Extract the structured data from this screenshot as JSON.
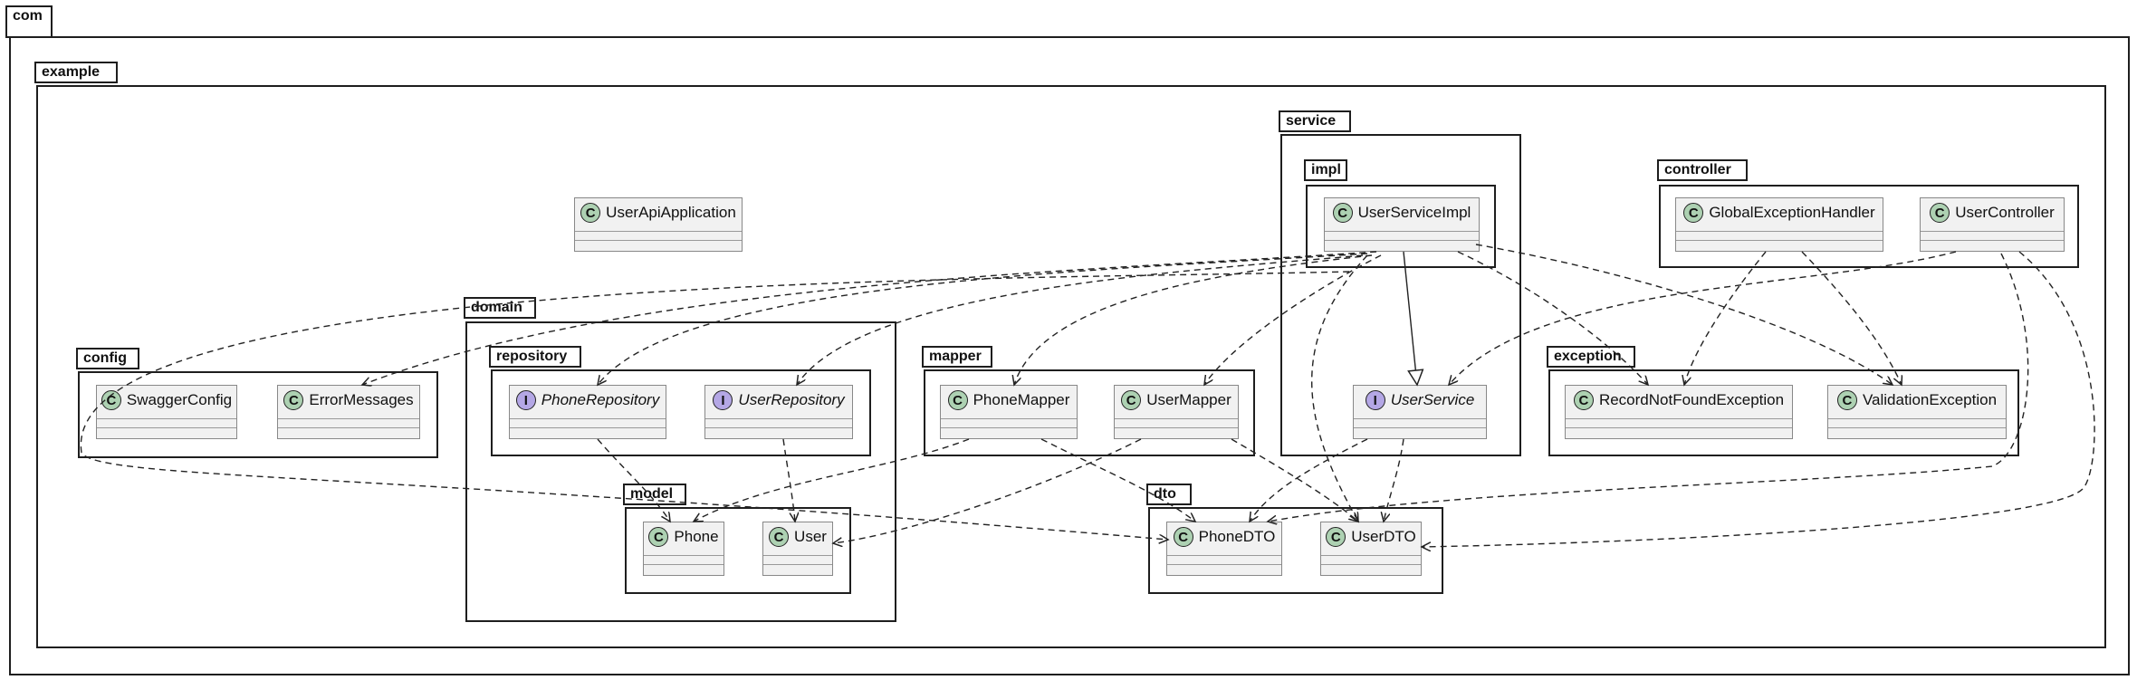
{
  "packages": {
    "com": "com",
    "example": "example",
    "config": "config",
    "domain": "domain",
    "repository": "repository",
    "model": "model",
    "mapper": "mapper",
    "service": "service",
    "impl": "impl",
    "controller": "controller",
    "exception": "exception",
    "dto": "dto"
  },
  "classes": {
    "UserApiApplication": {
      "stereotype": "C",
      "name": "UserApiApplication"
    },
    "SwaggerConfig": {
      "stereotype": "C",
      "name": "SwaggerConfig"
    },
    "ErrorMessages": {
      "stereotype": "C",
      "name": "ErrorMessages"
    },
    "PhoneRepository": {
      "stereotype": "I",
      "name": "PhoneRepository"
    },
    "UserRepository": {
      "stereotype": "I",
      "name": "UserRepository"
    },
    "Phone": {
      "stereotype": "C",
      "name": "Phone"
    },
    "User": {
      "stereotype": "C",
      "name": "User"
    },
    "PhoneMapper": {
      "stereotype": "C",
      "name": "PhoneMapper"
    },
    "UserMapper": {
      "stereotype": "C",
      "name": "UserMapper"
    },
    "UserServiceImpl": {
      "stereotype": "C",
      "name": "UserServiceImpl"
    },
    "UserService": {
      "stereotype": "I",
      "name": "UserService"
    },
    "GlobalExceptionHandler": {
      "stereotype": "C",
      "name": "GlobalExceptionHandler"
    },
    "UserController": {
      "stereotype": "C",
      "name": "UserController"
    },
    "RecordNotFoundException": {
      "stereotype": "C",
      "name": "RecordNotFoundException"
    },
    "ValidationException": {
      "stereotype": "C",
      "name": "ValidationException"
    },
    "PhoneDTO": {
      "stereotype": "C",
      "name": "PhoneDTO"
    },
    "UserDTO": {
      "stereotype": "C",
      "name": "UserDTO"
    }
  },
  "relations": [
    {
      "from": "UserServiceImpl",
      "to": "UserService",
      "kind": "realization"
    },
    {
      "from": "UserServiceImpl",
      "to": "ErrorMessages",
      "kind": "dependency"
    },
    {
      "from": "UserServiceImpl",
      "to": "PhoneRepository",
      "kind": "dependency"
    },
    {
      "from": "UserServiceImpl",
      "to": "UserRepository",
      "kind": "dependency"
    },
    {
      "from": "UserServiceImpl",
      "to": "PhoneMapper",
      "kind": "dependency"
    },
    {
      "from": "UserServiceImpl",
      "to": "UserMapper",
      "kind": "dependency"
    },
    {
      "from": "UserServiceImpl",
      "to": "UserDTO",
      "kind": "dependency"
    },
    {
      "from": "UserServiceImpl",
      "to": "RecordNotFoundException",
      "kind": "dependency"
    },
    {
      "from": "UserServiceImpl",
      "to": "ValidationException",
      "kind": "dependency"
    },
    {
      "from": "UserServiceImpl",
      "to": "PhoneDTO",
      "kind": "dependency"
    },
    {
      "from": "PhoneRepository",
      "to": "Phone",
      "kind": "dependency"
    },
    {
      "from": "UserRepository",
      "to": "User",
      "kind": "dependency"
    },
    {
      "from": "PhoneMapper",
      "to": "Phone",
      "kind": "dependency"
    },
    {
      "from": "PhoneMapper",
      "to": "PhoneDTO",
      "kind": "dependency"
    },
    {
      "from": "UserMapper",
      "to": "User",
      "kind": "dependency"
    },
    {
      "from": "UserMapper",
      "to": "UserDTO",
      "kind": "dependency"
    },
    {
      "from": "UserService",
      "to": "UserDTO",
      "kind": "dependency"
    },
    {
      "from": "UserService",
      "to": "PhoneDTO",
      "kind": "dependency"
    },
    {
      "from": "GlobalExceptionHandler",
      "to": "RecordNotFoundException",
      "kind": "dependency"
    },
    {
      "from": "GlobalExceptionHandler",
      "to": "ValidationException",
      "kind": "dependency"
    },
    {
      "from": "UserController",
      "to": "UserService",
      "kind": "dependency"
    },
    {
      "from": "UserController",
      "to": "UserDTO",
      "kind": "dependency"
    },
    {
      "from": "UserController",
      "to": "PhoneDTO",
      "kind": "dependency"
    }
  ],
  "colors": {
    "class_badge": "#add1b2",
    "interface_badge": "#b4a7e5",
    "class_fill": "#f1f1f1",
    "border": "#1e1e1e"
  }
}
